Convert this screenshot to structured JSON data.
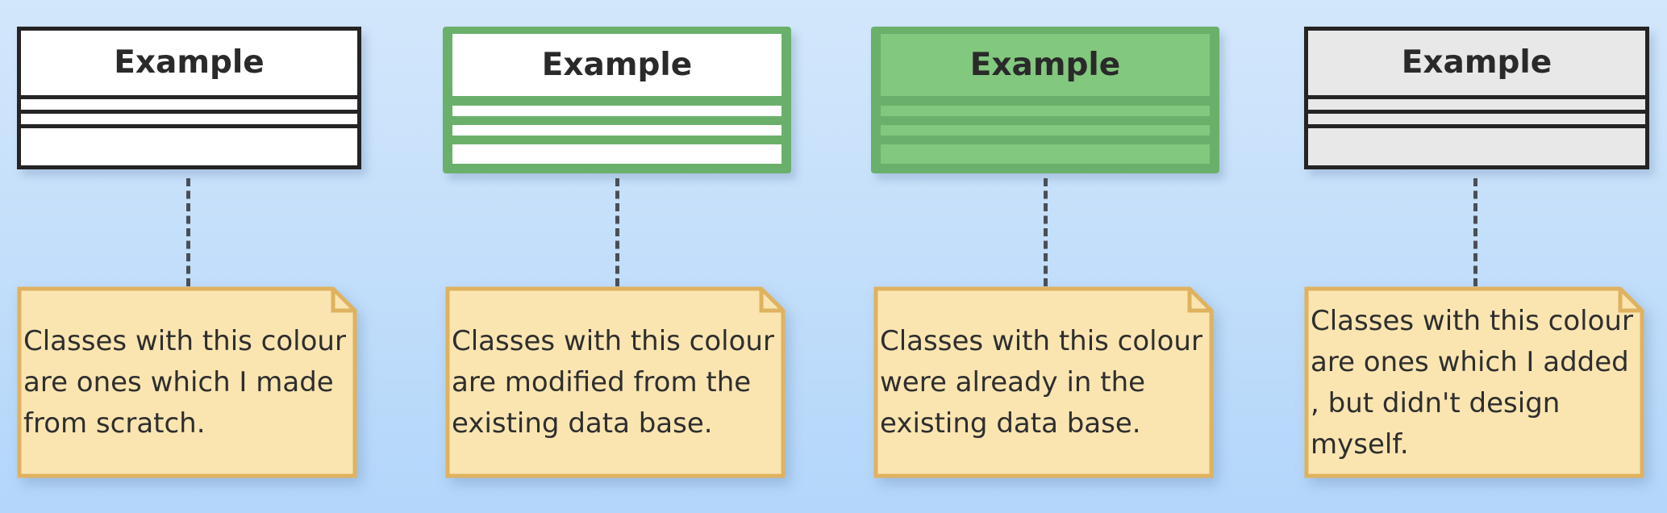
{
  "legend": [
    {
      "class_title": "Example",
      "style": "white",
      "fill": "#ffffff",
      "stroke": "#242424",
      "note": "Classes with this colour\nare ones which I made\nfrom scratch."
    },
    {
      "class_title": "Example",
      "style": "green-outline",
      "fill": "#ffffff",
      "stroke": "#6ab06b",
      "note": "Classes with this colour\nare modified from the\nexisting data base."
    },
    {
      "class_title": "Example",
      "style": "green-filled",
      "fill": "#82c87e",
      "stroke": "#6ab06b",
      "note": "Classes with this colour\nwere already in the\nexisting data base."
    },
    {
      "class_title": "Example",
      "style": "grey",
      "fill": "#e8e8e8",
      "stroke": "#242424",
      "note": "Classes with this colour\nare ones which I added\n, but didn't design\nmyself."
    }
  ],
  "colors": {
    "background_top": "#d3e7fb",
    "background_bottom": "#b3d6fa",
    "note_fill": "#fae5b1",
    "note_stroke": "#dfb25f",
    "connector": "#4a4f56"
  }
}
